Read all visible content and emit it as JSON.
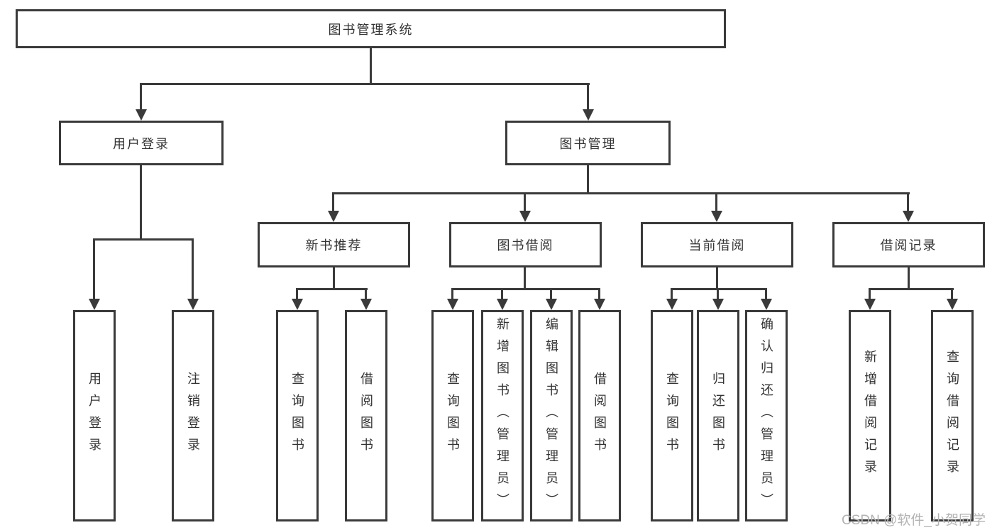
{
  "root": {
    "label": "图书管理系统"
  },
  "level2": [
    {
      "label": "用户登录",
      "children": [
        {
          "label": "用户登录"
        },
        {
          "label": "注销登录"
        }
      ]
    },
    {
      "label": "图书管理"
    }
  ],
  "level3": [
    {
      "label": "新书推荐",
      "children": [
        {
          "label": "查询图书"
        },
        {
          "label": "借阅图书"
        }
      ]
    },
    {
      "label": "图书借阅",
      "children": [
        {
          "label": "查询图书"
        },
        {
          "label": "新增图书（管理员）"
        },
        {
          "label": "编辑图书（管理员）"
        },
        {
          "label": "借阅图书"
        }
      ]
    },
    {
      "label": "当前借阅",
      "children": [
        {
          "label": "查询图书"
        },
        {
          "label": "归还图书"
        },
        {
          "label": "确认归还（管理员）"
        }
      ]
    },
    {
      "label": "借阅记录",
      "children": [
        {
          "label": "新增借阅记录"
        },
        {
          "label": "查询借阅记录"
        }
      ]
    }
  ],
  "watermark": {
    "text": "CSDN @软件_小贺同学"
  },
  "colors": {
    "line": "#3a3a3a",
    "text": "#333333",
    "background": "#ffffff",
    "watermark": "#b3b3b3"
  }
}
